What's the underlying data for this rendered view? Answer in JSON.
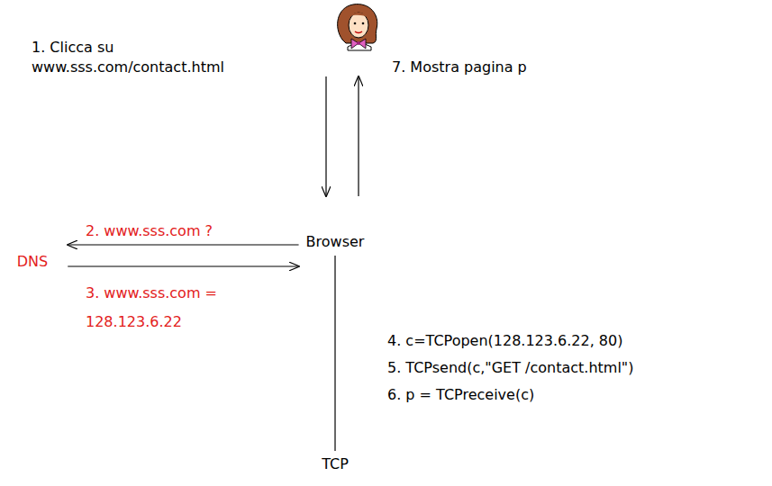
{
  "diagram": {
    "nodes": [
      {
        "text": [
          "Browser"
        ]
      },
      {
        "text": [
          "DNS"
        ]
      },
      {
        "text": [
          "TCP"
        ]
      }
    ],
    "edges": [
      {
        "from": 0,
        "to": 1,
        "arrow": "to",
        "label": "2. www.sss.com ?"
      },
      {
        "from": 1,
        "to": 0,
        "arrow": "to",
        "label": "3. www.sss.com = 128.123.6.22"
      },
      {
        "from": 0,
        "to": 2,
        "arrow": "none"
      }
    ],
    "labels": [
      "1. Clicca su www.sss.com/contact.html",
      "7. Mostra pagina p",
      "4. c=TCPopen(128.123.6.22, 80)",
      "5. TCPsend(c,\"GET /contact.html\")",
      "6. p = TCPreceive(c)"
    ]
  }
}
